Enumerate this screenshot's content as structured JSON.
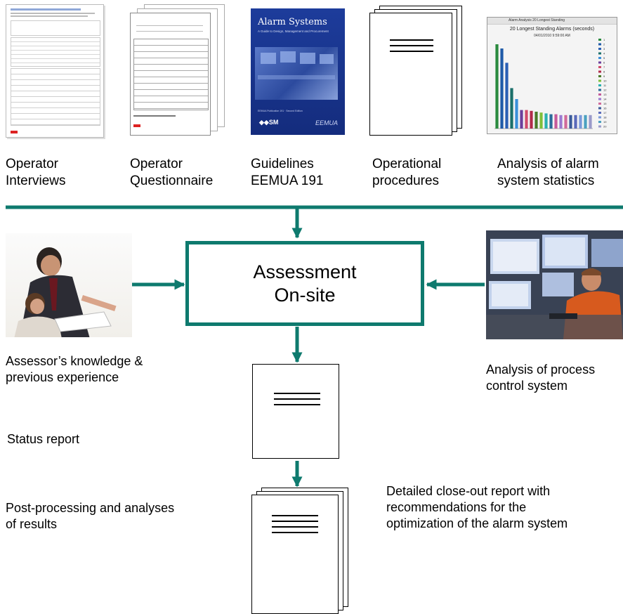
{
  "sources": [
    {
      "id": "interviews",
      "label_lines": [
        "Operator",
        "Interviews"
      ],
      "icon": "interview-form-thumbnail"
    },
    {
      "id": "questionnaire",
      "label_lines": [
        "Operator",
        "Questionnaire"
      ],
      "icon": "questionnaire-form-thumbnail"
    },
    {
      "id": "guidelines",
      "label_lines": [
        "Guidelines",
        "EEMUA 191"
      ],
      "icon": "book-cover-thumbnail"
    },
    {
      "id": "procedures",
      "label_lines": [
        "Operational",
        "procedures"
      ],
      "icon": "document-icon"
    },
    {
      "id": "statistics",
      "label_lines": [
        "Analysis of alarm",
        "system statistics"
      ],
      "icon": "bar-chart-thumbnail"
    }
  ],
  "book": {
    "title": "Alarm Systems",
    "subtitle": "A Guide to Design, Management and Procurement",
    "footer": "EEMUA Publication 191 · Second Edition",
    "publisher_logo": "EEMUA"
  },
  "center": {
    "line1": "Assessment",
    "line2": "On-site"
  },
  "left_input": {
    "label_lines": [
      "Assessor’s knowledge &",
      "previous experience"
    ],
    "icon": "assessors-photo"
  },
  "right_input": {
    "label_lines": [
      "Analysis of process",
      "control system"
    ],
    "icon": "control-room-photo"
  },
  "status_report": {
    "label": "Status report",
    "icon": "document-icon"
  },
  "post_processing": {
    "label_lines": [
      "Post-processing and analyses",
      "of results"
    ]
  },
  "closeout": {
    "label_lines": [
      "Detailed close-out report with",
      "recommendations for the",
      "optimization of the alarm system"
    ],
    "icon": "document-stack-icon"
  },
  "colors": {
    "accent": "#0e7a6e",
    "text": "#000000"
  },
  "chart_data": {
    "type": "bar",
    "title": "20 Longest Standing Alarms (seconds)",
    "subtitle": "04/01/2010 9:59:00 AM",
    "toolbar_text": "Alarm Analysis 20 Longest Standing",
    "categories": [
      "1",
      "2",
      "3",
      "4",
      "5",
      "6",
      "7",
      "8",
      "9",
      "10",
      "11",
      "12",
      "13",
      "14",
      "15",
      "16",
      "17",
      "18",
      "19",
      "20"
    ],
    "values": [
      100,
      95,
      78,
      48,
      35,
      22,
      22,
      21,
      20,
      19,
      18,
      17,
      17,
      16,
      16,
      16,
      16,
      16,
      16,
      16
    ],
    "colors": [
      "#2a8a3e",
      "#1e5aa8",
      "#2a5fb4",
      "#1a6f6a",
      "#3b8fd9",
      "#6b3f9c",
      "#d04c6b",
      "#b22a4a",
      "#4a7a2a",
      "#7fbf3a",
      "#2ab0b0",
      "#2a6a9a",
      "#c55a9a",
      "#9a7ad0",
      "#d06a9a",
      "#3a5a9a",
      "#5a6aba",
      "#7a9ada",
      "#4aa0c0",
      "#9a9aca"
    ],
    "ylim": [
      0,
      100
    ]
  }
}
